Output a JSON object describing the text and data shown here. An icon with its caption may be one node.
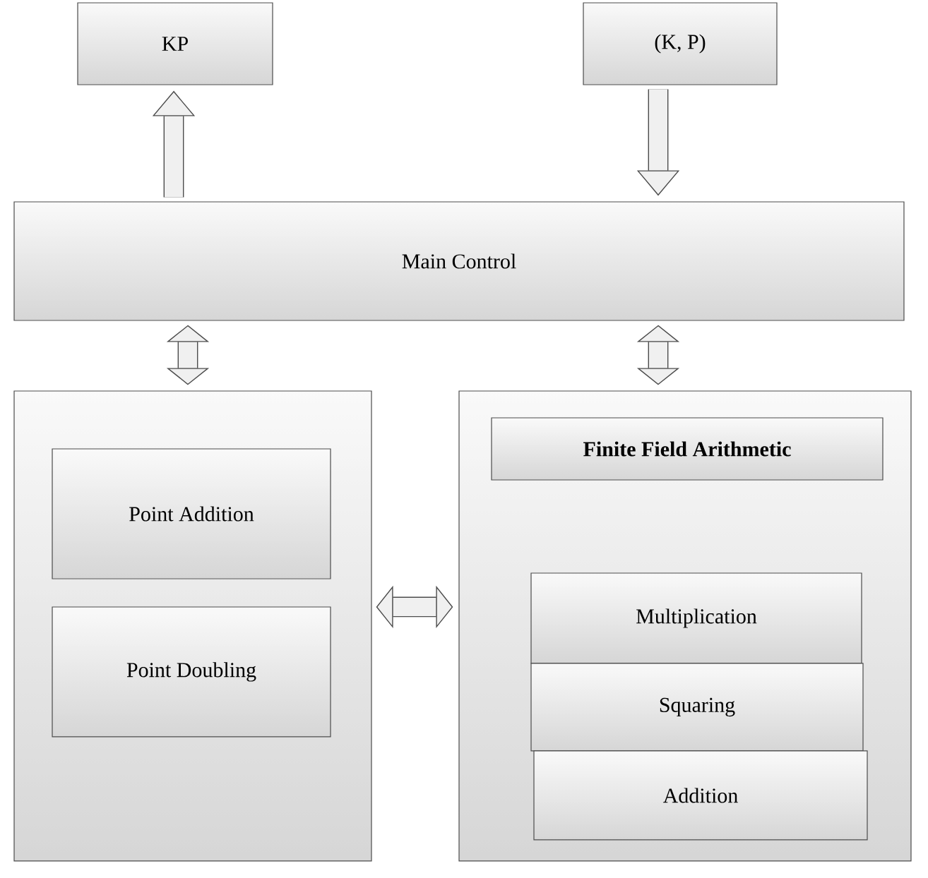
{
  "diagram": {
    "nodes": [
      {
        "text": [
          "KP"
        ]
      },
      {
        "text": [
          "(K, P)"
        ]
      },
      {
        "text": [
          "Main Control"
        ]
      },
      {
        "text": [],
        "shape": "box"
      },
      {
        "text": [
          "Point Addition"
        ],
        "in": 3
      },
      {
        "text": [
          "Point Doubling"
        ],
        "in": 3
      },
      {
        "text": [],
        "shape": "box"
      },
      {
        "text": [
          "Finite Field Arithmetic"
        ],
        "in": 6
      },
      {
        "text": [
          "Multiplication"
        ],
        "in": 6
      },
      {
        "text": [
          "Squaring"
        ],
        "in": 6
      },
      {
        "text": [
          "Addition"
        ],
        "in": 6
      }
    ],
    "edges": [
      {
        "from": 2,
        "to": 0,
        "arrow": "to"
      },
      {
        "from": 1,
        "to": 2,
        "arrow": "to"
      },
      {
        "from": 2,
        "to": 3,
        "arrow": "both"
      },
      {
        "from": 2,
        "to": 6,
        "arrow": "both"
      },
      {
        "from": 3,
        "to": 6,
        "arrow": "both"
      }
    ]
  }
}
